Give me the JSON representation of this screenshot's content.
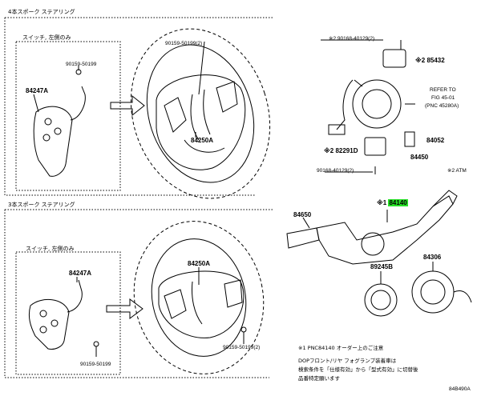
{
  "sections": {
    "four_spoke_title": "4本スポーク ステアリング",
    "three_spoke_title": "3本スポーク ステアリング"
  },
  "left_switch_labels": {
    "top": "スイッチ, 左側のみ",
    "bottom": "スイッチ, 左側のみ"
  },
  "parts": {
    "p_90159_50199_a": "90159-50199",
    "p_84247a_top": "84247A",
    "p_90159_50199_2_top": "90159-50199(2)",
    "p_84250a_top": "84250A",
    "p_90168_top": "※2 90168-40129(2)",
    "p_85432": "※2 85432",
    "refer_to": "REFER TO",
    "fig": "FIG 45-01",
    "pnc": "(PNC 45280A)",
    "p_82291d": "※2 82291D",
    "p_84052": "84052",
    "p_84450": "84450",
    "p_90168_bottom": "90168-40129(2)",
    "atm": "※2 ATM",
    "p_84140": "84140",
    "p_84140_prefix": "※1",
    "p_84650": "84650",
    "p_89245b": "89245B",
    "p_84306": "84306",
    "p_84247a_bottom": "84247A",
    "p_84250a_bottom": "84250A",
    "p_90159_50199_2_bottom": "90159-50199(2)",
    "p_90159_50199_bottom": "90159-50199"
  },
  "notes": {
    "line1": "※1 PNC84140 オーダー上のご注意",
    "line2": "DOPフロント/リヤ フォグランプ装着車は",
    "line3": "検索条件を「仕様有効」から「型式有効」に切替後",
    "line4": "品番特定願います"
  },
  "figure_code": "84B490A",
  "colors": {
    "highlight": "#27e127",
    "line": "#000000"
  }
}
